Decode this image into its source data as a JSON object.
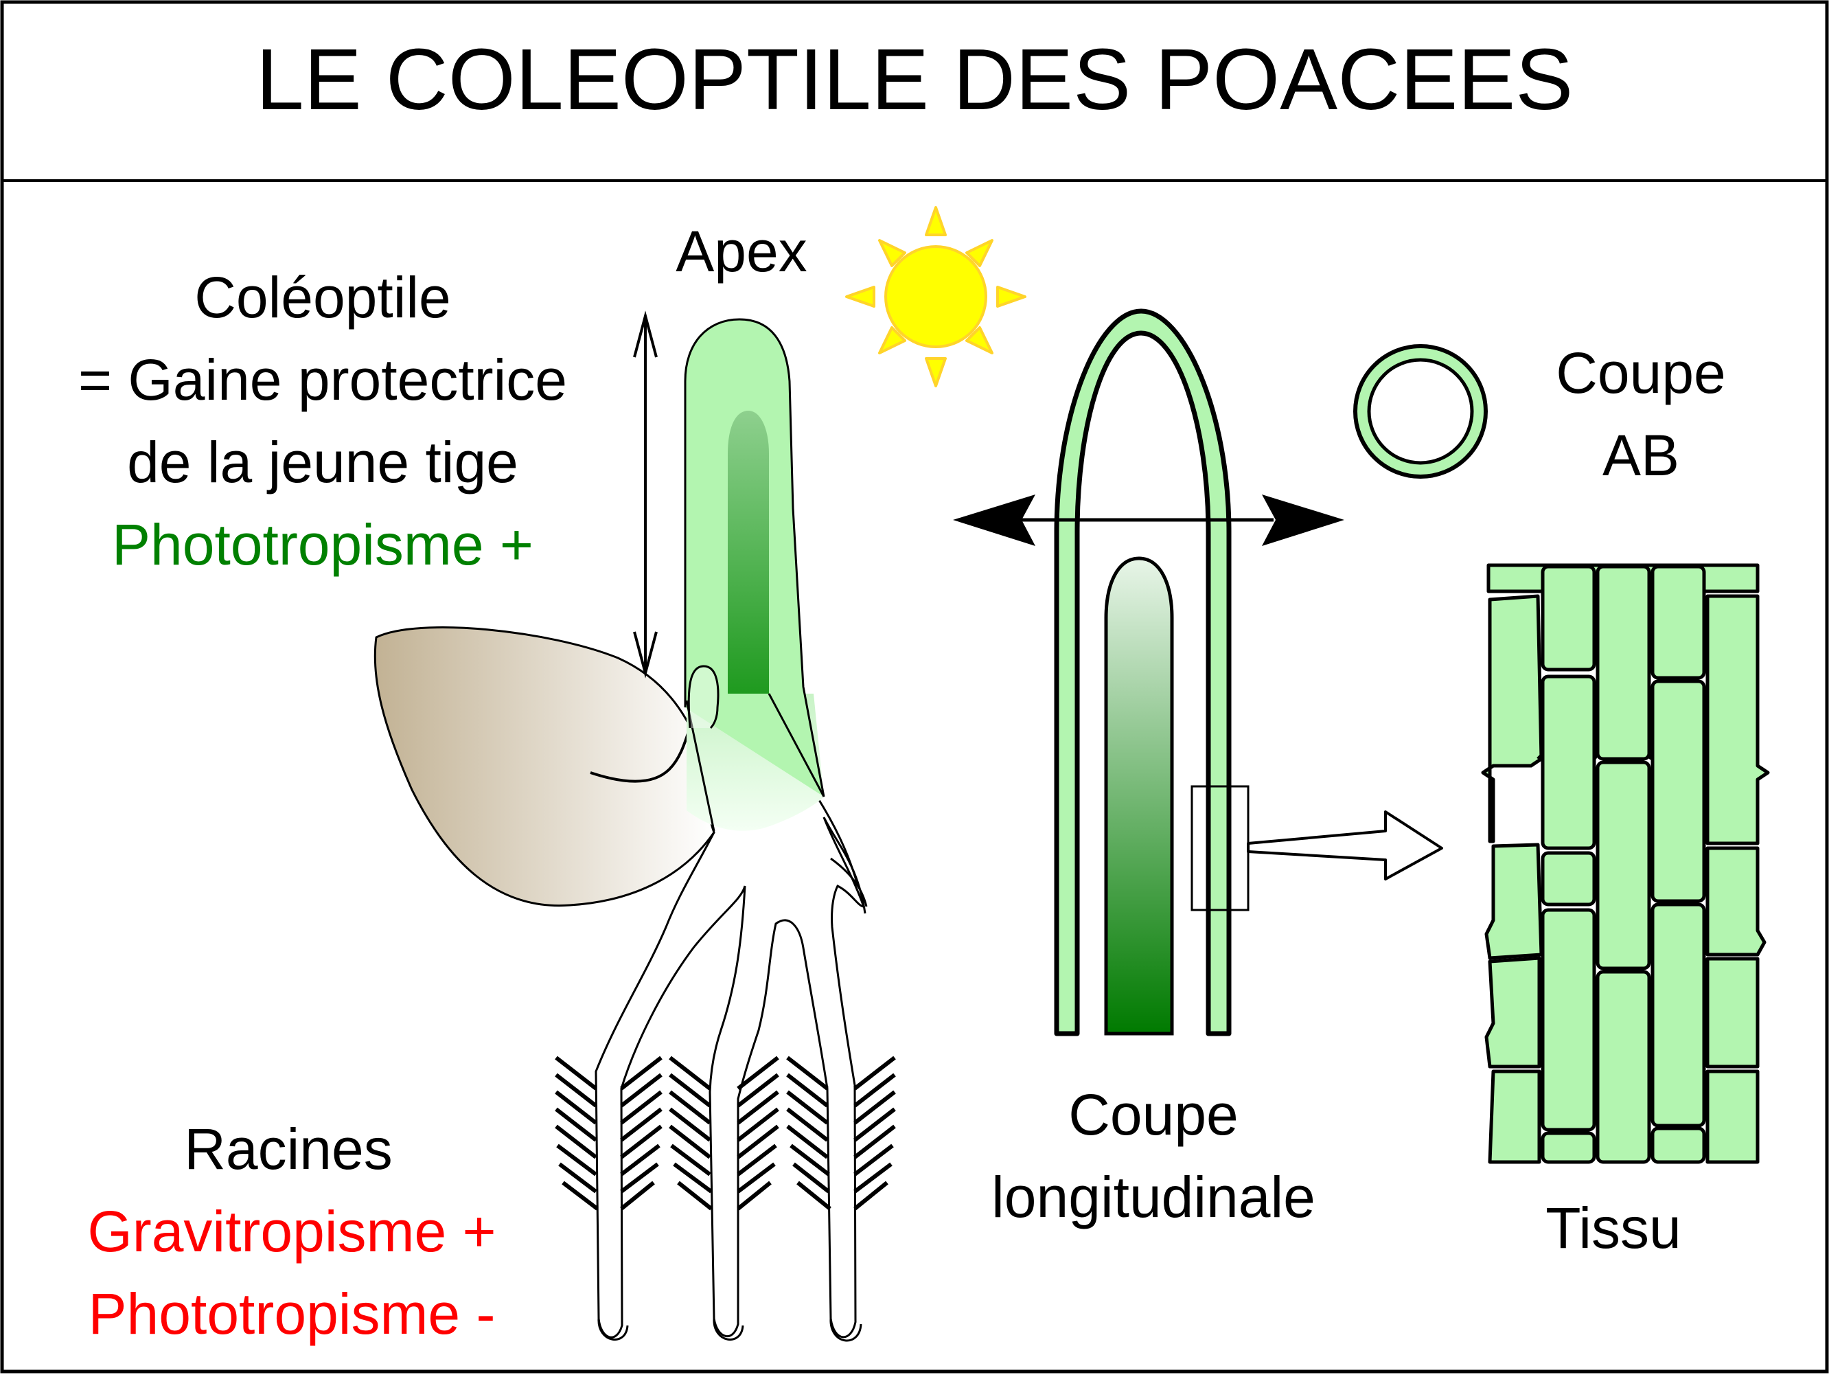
{
  "title": "LE COLEOPTILE DES POACEES",
  "labels": {
    "apex": "Apex",
    "coleoptile": "Coléoptile",
    "gaine": "= Gaine protectrice",
    "jeune_tige": "de la jeune tige",
    "phototropisme_pos": "Phototropisme +",
    "racines": "Racines",
    "gravitropisme_pos": "Gravitropisme +",
    "phototropisme_neg": "Phototropisme -",
    "coupe_long_1": "Coupe",
    "coupe_long_2": "longitudinale",
    "coupe_ab_1": "Coupe",
    "coupe_ab_2": "AB",
    "tissu": "Tissu"
  },
  "colors": {
    "green_text": "#008000",
    "red_text": "#ff0000",
    "coleoptile_fill": "#b3f5b0",
    "tissue_fill": "#b3f5b0",
    "sun_fill": "#ffff00",
    "sun_rays": "#ffd42a",
    "seed_fill": "#c4b49a",
    "leaf_dark": "#008000"
  }
}
